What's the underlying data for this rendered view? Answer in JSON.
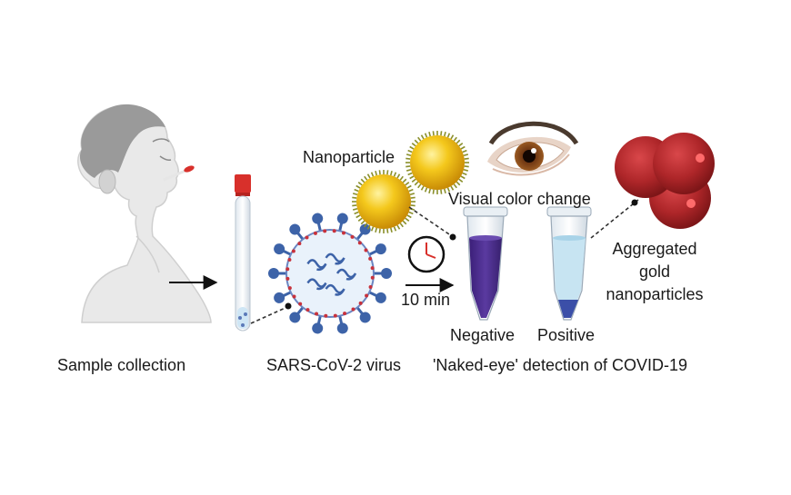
{
  "labels": {
    "sample_collection": "Sample collection",
    "virus": "SARS-CoV-2 virus",
    "nanoparticle": "Nanoparticle",
    "visual_color_change": "Visual color change",
    "time": "10 min",
    "negative": "Negative",
    "positive": "Positive",
    "aggregated_line1": "Aggregated",
    "aggregated_line2": "gold",
    "aggregated_line3": "nanoparticles",
    "naked_eye": "'Naked-eye' detection of COVID-19"
  },
  "colors": {
    "negative_liquid": "#4b2c8c",
    "positive_liquid": "#bfe1f0",
    "positive_pellet": "#3b4fa8",
    "gold": "#f2c21a",
    "aggregate_red": "#b02a2e",
    "tube_cap": "#d8302b",
    "virus_blue": "#3d63a8",
    "virus_red": "#c8323c"
  }
}
